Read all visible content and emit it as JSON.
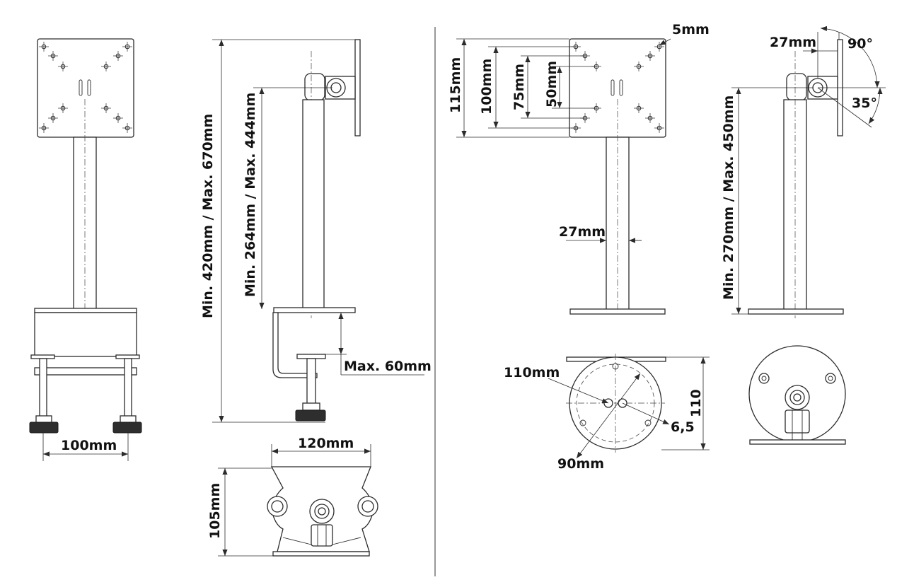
{
  "labels": {
    "front_base_width": "100mm",
    "total_height": "Min. 420mm / Max. 670mm",
    "pole_height": "Min. 264mm / Max. 444mm",
    "clamp_opening": "Max. 60mm",
    "clamp_width": "120mm",
    "clamp_height": "105mm",
    "plate_height": "115mm",
    "vesa_large": "100mm",
    "vesa_medium": "75mm",
    "vesa_small": "50mm",
    "plate_hole": "5mm",
    "pole_diameter": "27mm",
    "side_offset": "27mm",
    "tilt_up": "90°",
    "tilt_down": "35°",
    "grommet_height": "Min. 270mm / Max. 450mm",
    "base_outer": "110mm",
    "base_inner": "90mm",
    "base_hole": "6,5",
    "base_height": "110"
  }
}
